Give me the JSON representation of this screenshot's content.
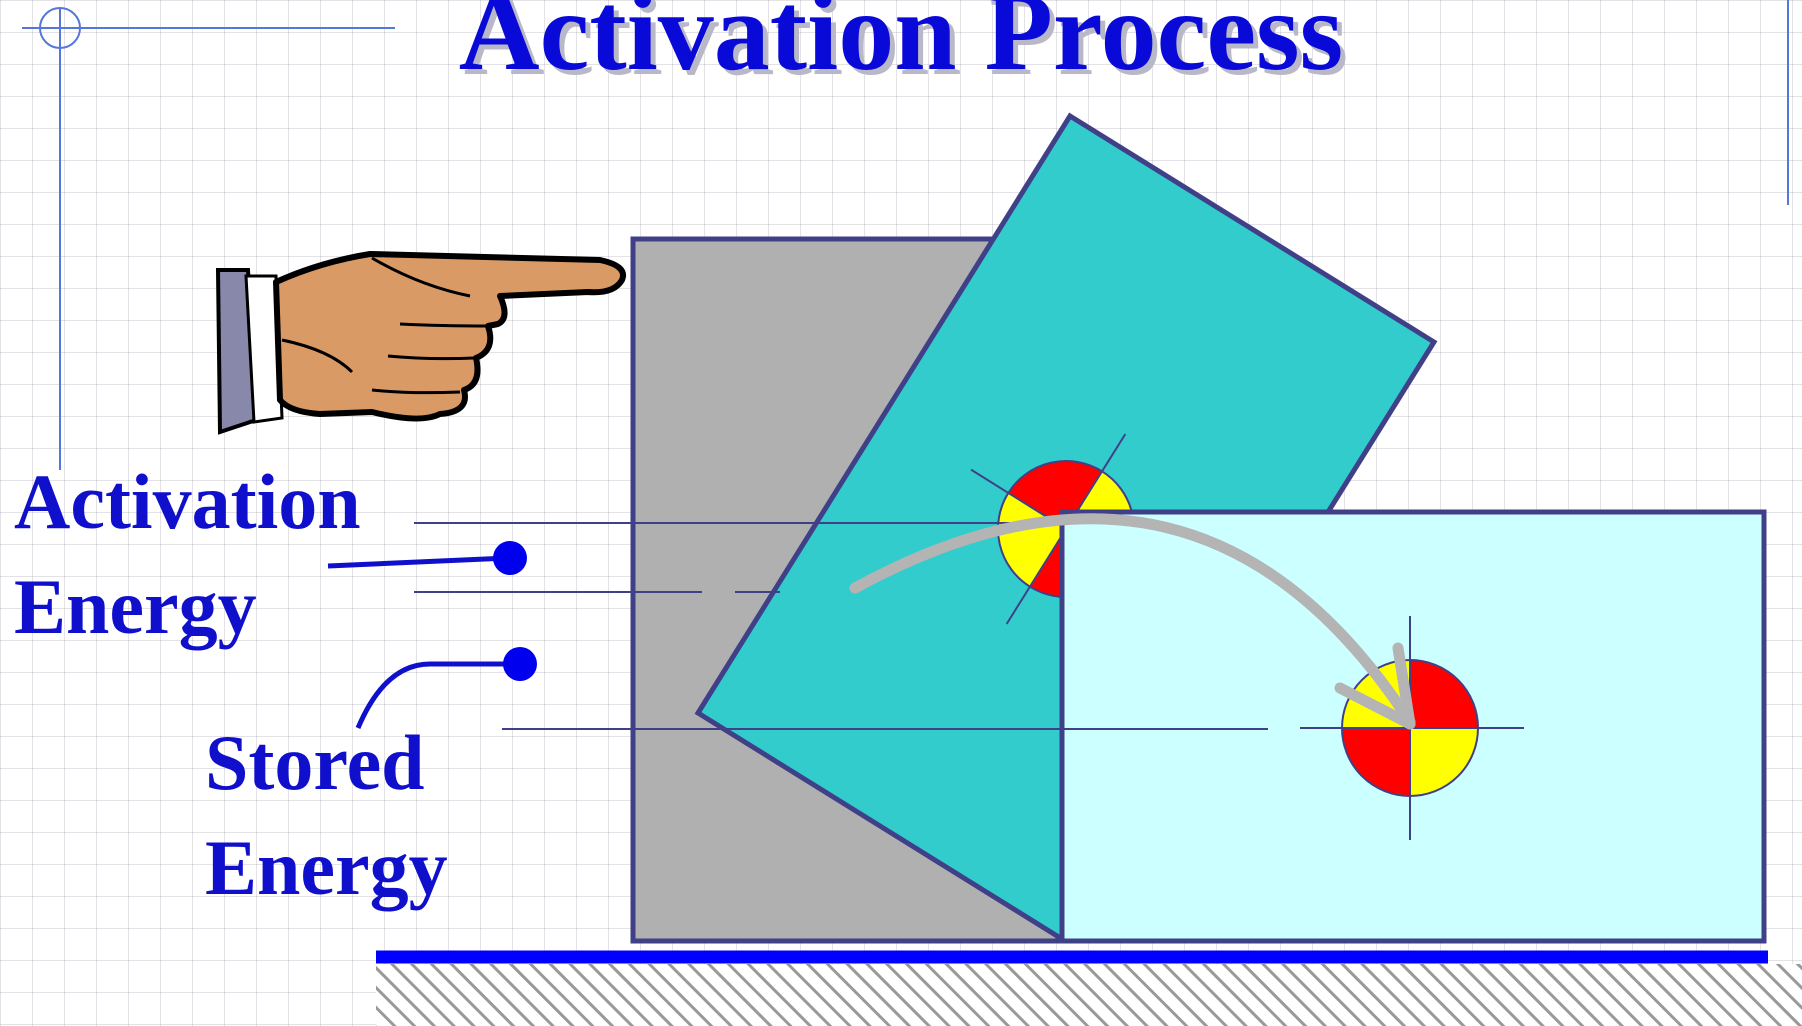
{
  "title": "Activation Process",
  "labels": {
    "activation_line1": "Activation",
    "activation_line2": "Energy",
    "stored_line1": "Stored",
    "stored_line2": "Energy"
  },
  "colors": {
    "title": "#0a0ad8",
    "label": "#1010cc",
    "block_gray": "#b0b0b0",
    "block_tilted": "#33cccc",
    "block_light": "#ccffff",
    "block_outline": "#404088",
    "ground_line": "#0000ff",
    "marker_red": "#ff0000",
    "marker_yellow": "#ffff00",
    "arrow": "#b4b4b4",
    "hand_skin": "#d99a66",
    "sleeve": "#8888aa"
  },
  "icons": [
    "pointing-hand-icon",
    "center-of-gravity-icon",
    "rotation-arrow-icon"
  ]
}
